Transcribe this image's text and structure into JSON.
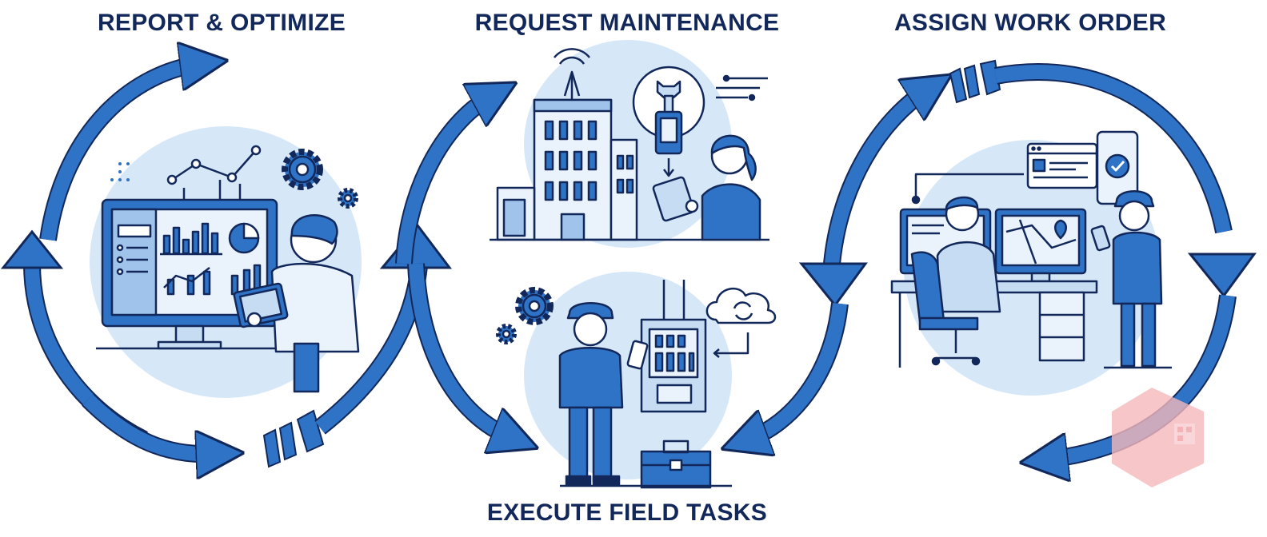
{
  "stages": {
    "report": {
      "title": "REPORT & OPTIMIZE"
    },
    "request": {
      "title": "REQUEST MAINTENANCE"
    },
    "assign": {
      "title": "ASSIGN WORK ORDER"
    },
    "execute": {
      "title": "EXECUTE FIELD TASKS"
    }
  },
  "colors": {
    "ink": "#13285a",
    "arrow": "#2f73c6",
    "arrow_dark": "#1d4f97",
    "circle_bg": "#d6e8f8",
    "fill_light": "#c5dcf3",
    "fill_mid": "#8fb8e6",
    "watermark": "#f2a1a6"
  },
  "icons": [
    "monitor-icon",
    "line-chart-icon",
    "bar-chart-icon",
    "pie-chart-icon",
    "gear-icon",
    "tablet-icon",
    "building-icon",
    "antenna-icon",
    "wrench-icon",
    "smartphone-icon",
    "cloud-sync-icon",
    "electrical-panel-icon",
    "toolbox-icon",
    "desk-icon",
    "office-chair-icon",
    "map-pin-icon",
    "checkmark-icon",
    "watermark-icon"
  ]
}
